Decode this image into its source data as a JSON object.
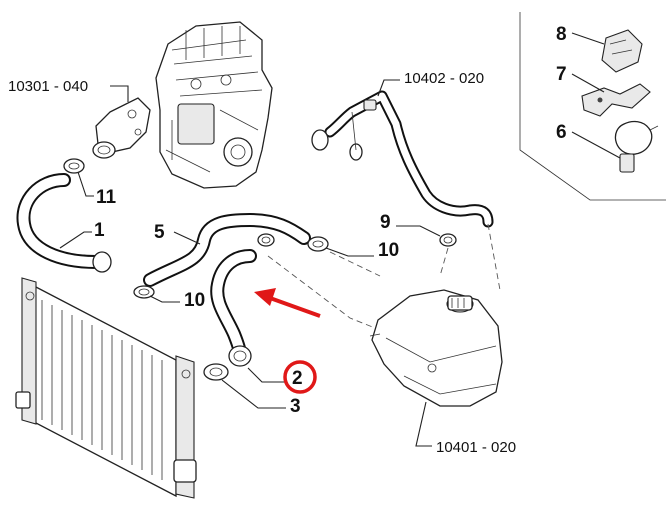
{
  "refs": {
    "thermostat": "10301 - 040",
    "pipe": "10402 - 020",
    "tank": "10401 - 020"
  },
  "callouts": {
    "c1": "1",
    "c2": "2",
    "c3": "3",
    "c5": "5",
    "c6": "6",
    "c7": "7",
    "c8": "8",
    "c9": "9",
    "c10a": "10",
    "c10b": "10",
    "c11": "11"
  },
  "colors": {
    "highlight": "#e01818",
    "ink": "#111111"
  }
}
